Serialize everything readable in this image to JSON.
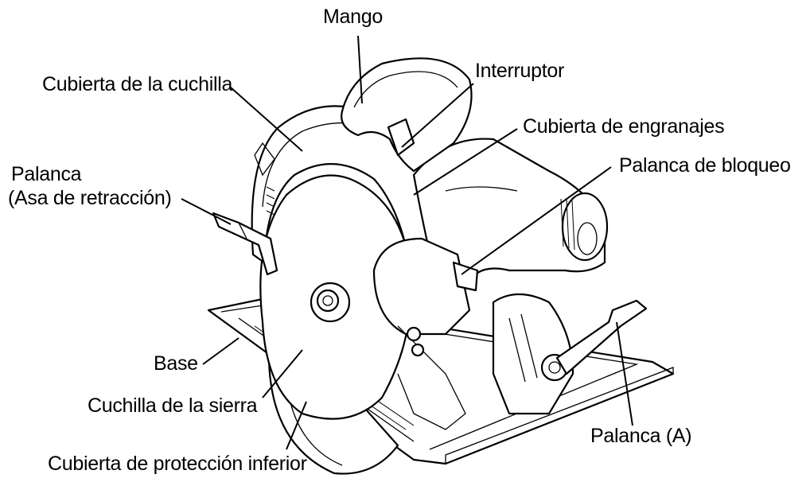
{
  "labels": {
    "handle": "Mango",
    "switch": "Interruptor",
    "blade_cover": "Cubierta de la cuchilla",
    "gear_cover": "Cubierta de engranajes",
    "lock_lever": "Palanca de bloqueo",
    "lever_line1": "Palanca",
    "lever_line2": "(Asa de retracción)",
    "base": "Base",
    "saw_blade": "Cuchilla de la sierra",
    "lever_a": "Palanca (A)",
    "lower_guard": "Cubierta de protección inferior"
  }
}
